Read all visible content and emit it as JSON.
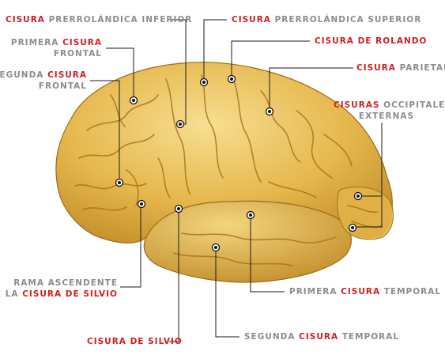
{
  "colors": {
    "accent": "#d21e1e",
    "text": "#8c8c8c",
    "lines": "#1a1a1a",
    "brain": "#e3b54a",
    "brain_dark": "#b07e1c",
    "brain_light": "#f6dc8e"
  },
  "labels": {
    "preinf": {
      "w1": "CISURA",
      "w2": " PRERROLÁNDICA INFERIOR"
    },
    "presup": {
      "w1": "CISURA",
      "w2": " PRERROLÁNDICA SUPERIOR"
    },
    "primera_frontal": {
      "line1_a": "PRIMERA ",
      "line1_b": "CISURA",
      "line2": "FRONTAL"
    },
    "rolando": {
      "text": "CISURA DE ROLANDO"
    },
    "segunda_frontal": {
      "line1_a": "SEGUNDA ",
      "line1_b": "CISURA",
      "line2": "FRONTAL"
    },
    "parietal": {
      "w1": "CISURA",
      "w2": " PARIETAL"
    },
    "occipitales": {
      "line1_a": "CISURAS",
      "line1_b": " OCCIPITALES",
      "line2": "EXTERNAS"
    },
    "rama": {
      "line1": "RAMA ASCENDENTE",
      "line2_a": "DE LA ",
      "line2_b": "CISURA DE SILVIO"
    },
    "primera_temporal": {
      "w1": "PRIMERA ",
      "w2": "CISURA",
      "w3": " TEMPORAL"
    },
    "silvio": {
      "text": "CISURA DE SILVIO"
    },
    "segunda_temporal": {
      "w1": "SEGUNDA ",
      "w2": "CISURA",
      "w3": " TEMPORAL"
    }
  }
}
